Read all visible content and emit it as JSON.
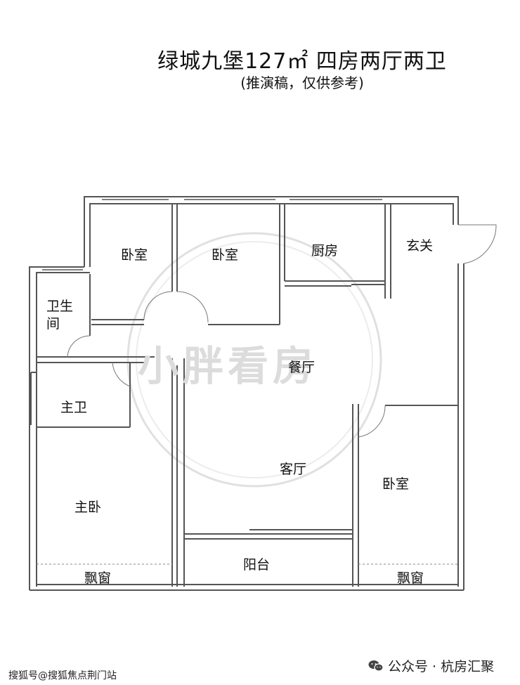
{
  "title": "绿城九堡127㎡ 四房两厅两卫",
  "subtitle": "(推演稿，仅供参考)",
  "rooms": {
    "bedroom_1": "卧室",
    "bedroom_2": "卧室",
    "kitchen": "厨房",
    "entrance": "玄关",
    "bathroom": "卫生间",
    "bathroom_line1": "卫生",
    "bathroom_line2": "间",
    "dining": "餐厅",
    "master_bath": "主卫",
    "living": "客厅",
    "bedroom_3": "卧室",
    "master_bedroom": "主卧",
    "bay_window_left": "飘窗",
    "balcony": "阳台",
    "bay_window_right": "飘窗"
  },
  "watermark": "小胖看房",
  "footer": {
    "left": "搜狐号@搜狐焦点荆门站",
    "right": "公众号 · 杭房汇聚",
    "wechat_icon": "wechat-icon"
  },
  "colors": {
    "wall": "#555555",
    "watermark": "#dcdcdc"
  }
}
